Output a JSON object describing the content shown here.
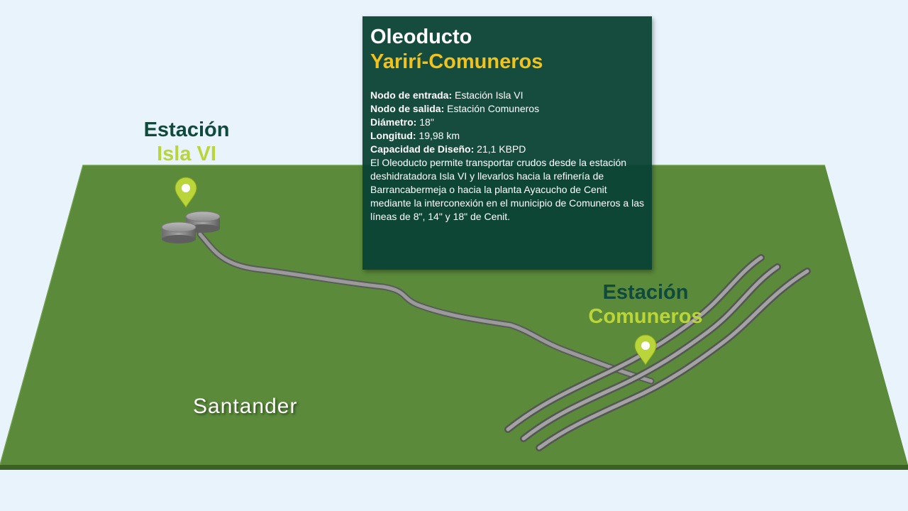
{
  "card": {
    "title": "Oleoducto",
    "subtitle": "Yarirí-Comuneros",
    "fields": [
      {
        "label": "Nodo de entrada:",
        "value": " Estación Isla VI"
      },
      {
        "label": "Nodo de salida:",
        "value": " Estación Comuneros"
      },
      {
        "label": "Diámetro:",
        "value": " 18\""
      },
      {
        "label": "Longitud:",
        "value": " 19,98 km"
      },
      {
        "label": "Capacidad de Diseño:",
        "value": " 21,1 KBPD"
      }
    ],
    "description": "El Oleoducto permite transportar crudos desde la estación deshidratadora Isla VI y llevarlos hacia la refinería de Barrancabermeja o hacia la planta Ayacucho de Cenit mediante la interconexión en el municipio de Comuneros a las líneas de 8\", 14\" y 18\" de Cenit."
  },
  "stations": {
    "isla": {
      "line1": "Estación",
      "line2": "Isla VI"
    },
    "comuneros": {
      "line1": "Estación",
      "line2": "Comuneros"
    }
  },
  "region": "Santander",
  "icons": {
    "marker": "map-pin-icon",
    "tanks": "storage-tank-icon"
  },
  "colors": {
    "board": "#5b8a3a",
    "pipe": "#8a8a8a",
    "marker": "#b9d53a",
    "card": "#0a4234",
    "title_accent": "#f2c21b",
    "station_dark": "#0f4a3c",
    "station_light": "#b9d53a"
  }
}
